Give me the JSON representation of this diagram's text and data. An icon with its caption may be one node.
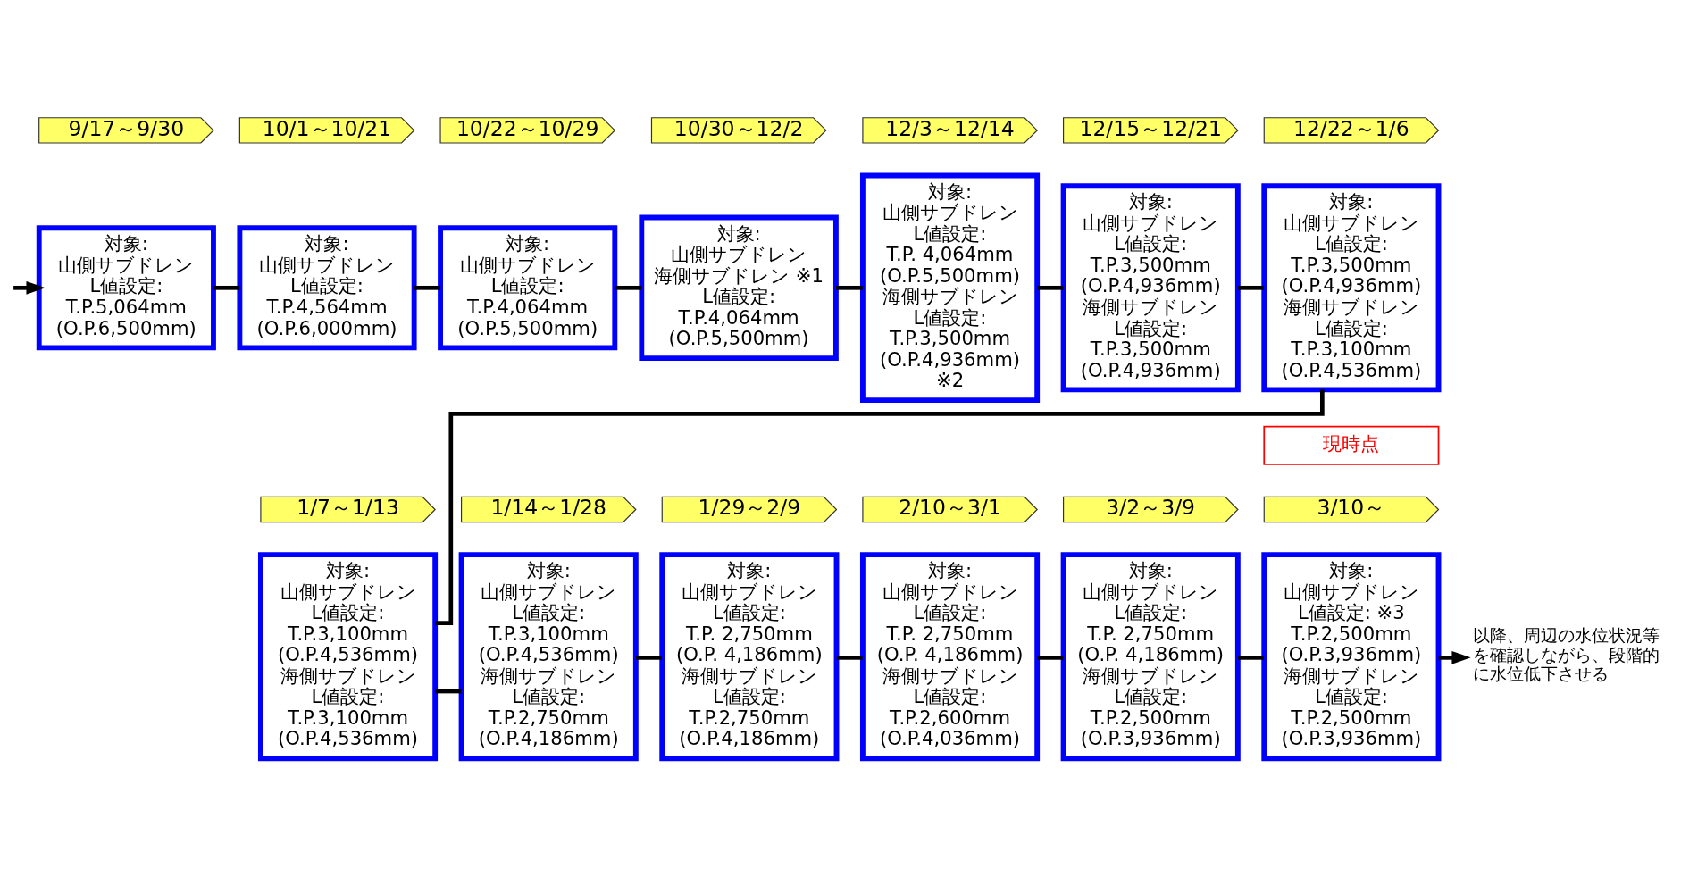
{
  "diagram": {
    "nodes": [
      {
        "text": [
          "9/17～9/30"
        ]
      },
      {
        "text": [
          "対象:",
          "山側サブドレン",
          "L値設定:",
          "T.P.5,064mm",
          "(O.P.6,500mm)"
        ]
      },
      {
        "text": [
          "10/1～10/21"
        ]
      },
      {
        "text": [
          "対象:",
          "山側サブドレン",
          "L値設定:",
          "T.P.4,564mm",
          "(O.P.6,000mm)"
        ]
      },
      {
        "text": [
          "10/22～10/29"
        ]
      },
      {
        "text": [
          "対象:",
          "山側サブドレン",
          "L値設定:",
          "T.P.4,064mm",
          "(O.P.5,500mm)"
        ]
      },
      {
        "text": [
          "10/30～12/2"
        ]
      },
      {
        "text": [
          "対象:",
          "山側サブドレン",
          "海側サブドレン ※1",
          "L値設定:",
          "T.P.4,064mm",
          "(O.P.5,500mm)"
        ]
      },
      {
        "text": [
          "12/3～12/14"
        ]
      },
      {
        "text": [
          "対象:",
          "山側サブドレン",
          "L値設定:",
          "T.P. 4,064mm",
          "(O.P.5,500mm)",
          "海側サブドレン",
          "L値設定:",
          "T.P.3,500mm",
          "(O.P.4,936mm)",
          "※2"
        ]
      },
      {
        "text": [
          "12/15～12/21"
        ]
      },
      {
        "text": [
          "対象:",
          "山側サブドレン",
          "L値設定:",
          "T.P.3,500mm",
          "(O.P.4,936mm)",
          "海側サブドレン",
          "L値設定:",
          "T.P.3,500mm",
          "(O.P.4,936mm)"
        ]
      },
      {
        "text": [
          "12/22～1/6"
        ]
      },
      {
        "text": [
          "対象:",
          "山側サブドレン",
          "L値設定:",
          "T.P.3,500mm",
          "(O.P.4,936mm)",
          "海側サブドレン",
          "L値設定:",
          "T.P.3,100mm",
          "(O.P.4,536mm)"
        ]
      },
      {
        "text": [
          "現時点"
        ]
      },
      {
        "text": [
          "1/7～1/13"
        ]
      },
      {
        "text": [
          "対象:",
          "山側サブドレン",
          "L値設定:",
          "T.P.3,100mm",
          "(O.P.4,536mm)",
          "海側サブドレン",
          "L値設定:",
          "T.P.3,100mm",
          "(O.P.4,536mm)"
        ]
      },
      {
        "text": [
          "1/14～1/28"
        ]
      },
      {
        "text": [
          "対象:",
          "山側サブドレン",
          "L値設定:",
          "T.P.3,100mm",
          "(O.P.4,536mm)",
          "海側サブドレン",
          "L値設定:",
          "T.P.2,750mm",
          "(O.P.4,186mm)"
        ]
      },
      {
        "text": [
          "1/29～2/9"
        ]
      },
      {
        "text": [
          "対象:",
          "山側サブドレン",
          "L値設定:",
          "T.P. 2,750mm",
          "(O.P. 4,186mm)",
          "海側サブドレン",
          "L値設定:",
          "T.P.2,750mm",
          "(O.P.4,186mm)"
        ]
      },
      {
        "text": [
          "2/10～3/1"
        ]
      },
      {
        "text": [
          "対象:",
          "山側サブドレン",
          "L値設定:",
          "T.P. 2,750mm",
          "(O.P. 4,186mm)",
          "海側サブドレン",
          "L値設定:",
          "T.P.2,600mm",
          "(O.P.4,036mm)"
        ]
      },
      {
        "text": [
          "3/2～3/9"
        ]
      },
      {
        "text": [
          "対象:",
          "山側サブドレン",
          "L値設定:",
          "T.P. 2,750mm",
          "(O.P. 4,186mm)",
          "海側サブドレン",
          "L値設定:",
          "T.P.2,500mm",
          "(O.P.3,936mm)"
        ]
      },
      {
        "text": [
          "3/10～"
        ]
      },
      {
        "text": [
          "対象:",
          "山側サブドレン",
          "L値設定: ※3",
          "T.P.2,500mm",
          "(O.P.3,936mm)",
          "海側サブドレン",
          "L値設定:",
          "T.P.2,500mm",
          "(O.P.3,936mm)"
        ]
      },
      {
        "text": [
          "以降、周辺の水位状況等を確認しながら、段階的に水位低下させる"
        ]
      }
    ],
    "edges": [
      {
        "from": null,
        "to": 1,
        "arrow": "to"
      },
      {
        "from": 1,
        "to": 3,
        "arrow": "none"
      },
      {
        "from": 3,
        "to": 5,
        "arrow": "none"
      },
      {
        "from": 5,
        "to": 7,
        "arrow": "none"
      },
      {
        "from": 7,
        "to": 9,
        "arrow": "none"
      },
      {
        "from": 9,
        "to": 11,
        "arrow": "none"
      },
      {
        "from": 11,
        "to": 13,
        "arrow": "none"
      },
      {
        "from": 13,
        "to": 16,
        "arrow": "none"
      },
      {
        "from": 16,
        "to": 18,
        "arrow": "none"
      },
      {
        "from": 18,
        "to": 20,
        "arrow": "none"
      },
      {
        "from": 20,
        "to": 22,
        "arrow": "none"
      },
      {
        "from": 22,
        "to": 24,
        "arrow": "none"
      },
      {
        "from": 24,
        "to": 26,
        "arrow": "none"
      },
      {
        "from": 26,
        "to": 27,
        "arrow": "to"
      }
    ]
  }
}
